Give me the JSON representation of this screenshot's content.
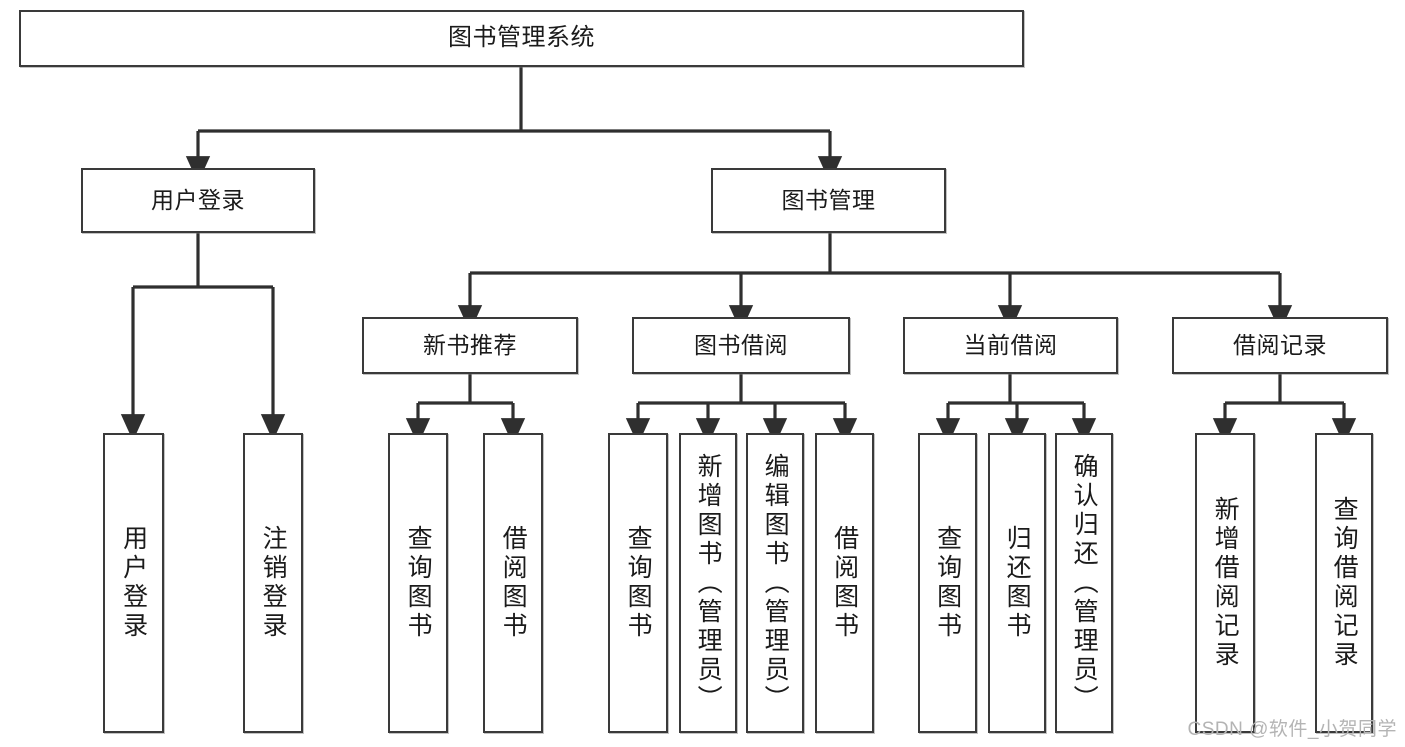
{
  "diagram": {
    "title": "图书管理系统",
    "type": "tree",
    "orientation": "top-down",
    "colors": {
      "box_border": "#3a3a3a",
      "box_fill": "#ffffff",
      "connector": "#2f2f2f",
      "text": "#1b1b1b",
      "watermark": "#b4b4b4",
      "background": "#ffffff"
    },
    "root": {
      "id": "root",
      "label": "图书管理系统"
    },
    "level1": [
      {
        "id": "l1-0",
        "label": "用户登录"
      },
      {
        "id": "l1-1",
        "label": "图书管理"
      }
    ],
    "level2": [
      {
        "id": "l2-0",
        "label": "新书推荐",
        "parent": "图书管理"
      },
      {
        "id": "l2-1",
        "label": "图书借阅",
        "parent": "图书管理"
      },
      {
        "id": "l2-2",
        "label": "当前借阅",
        "parent": "图书管理"
      },
      {
        "id": "l2-3",
        "label": "借阅记录",
        "parent": "图书管理"
      }
    ],
    "leaves": [
      {
        "id": "lf-0",
        "label": "用户登录",
        "parent": "用户登录"
      },
      {
        "id": "lf-1",
        "label": "注销登录",
        "parent": "用户登录"
      },
      {
        "id": "lf-2",
        "label": "查询图书",
        "parent": "新书推荐"
      },
      {
        "id": "lf-3",
        "label": "借阅图书",
        "parent": "新书推荐"
      },
      {
        "id": "lf-4",
        "label": "查询图书",
        "parent": "图书借阅"
      },
      {
        "id": "lf-5",
        "label": "新增图书（管理员）",
        "parent": "图书借阅"
      },
      {
        "id": "lf-6",
        "label": "编辑图书（管理员）",
        "parent": "图书借阅"
      },
      {
        "id": "lf-7",
        "label": "借阅图书",
        "parent": "图书借阅"
      },
      {
        "id": "lf-8",
        "label": "查询图书",
        "parent": "当前借阅"
      },
      {
        "id": "lf-9",
        "label": "归还图书",
        "parent": "当前借阅"
      },
      {
        "id": "lf-10",
        "label": "确认归还（管理员）",
        "parent": "当前借阅"
      },
      {
        "id": "lf-11",
        "label": "新增借阅记录",
        "parent": "借阅记录"
      },
      {
        "id": "lf-12",
        "label": "查询借阅记录",
        "parent": "借阅记录"
      }
    ],
    "watermark": "CSDN @软件_小贺同学"
  }
}
